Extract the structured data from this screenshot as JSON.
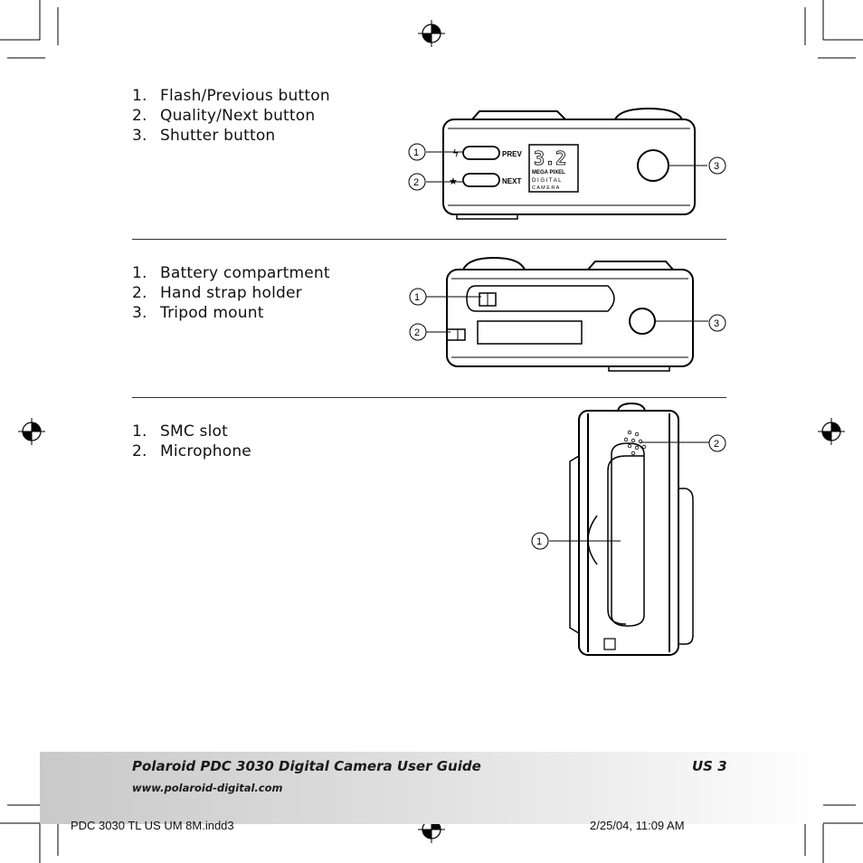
{
  "sections": [
    {
      "items": [
        {
          "num": "1.",
          "label": "Flash/Previous button"
        },
        {
          "num": "2.",
          "label": "Quality/Next button"
        },
        {
          "num": "3.",
          "label": "Shutter button"
        }
      ],
      "figure": {
        "callouts": [
          "1",
          "2",
          "3"
        ],
        "button_labels": {
          "prev": "PREV",
          "next": "NEXT"
        },
        "flash_glyph": "ϟ",
        "star_glyph": "★",
        "badge": {
          "number": "3.2",
          "line1": "MEGA PIXEL",
          "line2": "D I G I T A L",
          "line3": "C A M E R A"
        }
      }
    },
    {
      "items": [
        {
          "num": "1.",
          "label": "Battery compartment"
        },
        {
          "num": "2.",
          "label": "Hand strap holder"
        },
        {
          "num": "3.",
          "label": "Tripod mount"
        }
      ],
      "figure": {
        "callouts": [
          "1",
          "2",
          "3"
        ]
      }
    },
    {
      "items": [
        {
          "num": "1.",
          "label": "SMC slot"
        },
        {
          "num": "2.",
          "label": "Microphone"
        }
      ],
      "figure": {
        "callouts": [
          "1",
          "2"
        ]
      }
    }
  ],
  "footer": {
    "title": "Polaroid PDC 3030 Digital Camera User Guide",
    "page": "US 3",
    "url": "www.polaroid-digital.com"
  },
  "slug": {
    "file": "PDC 3030 TL US UM 8M.indd",
    "page": "3",
    "date": "2/25/04, 11:09 AM"
  }
}
